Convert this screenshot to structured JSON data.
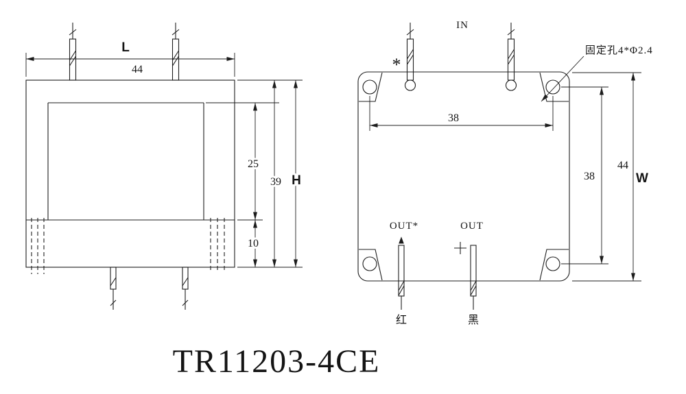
{
  "colors": {
    "ink": "#1c1c1c",
    "background": "#ffffff"
  },
  "title": "TR11203-4CE",
  "front_view": {
    "width_letter": "L",
    "width_value": "44",
    "upper_section_height": "25",
    "lower_section_height": "10",
    "total_height_value": "39",
    "height_letter": "H"
  },
  "top_view": {
    "in_label": "IN",
    "polarity_star": "*",
    "fixing_hole_note": "固定孔4*Φ2.4",
    "hole_spacing_horizontal": "38",
    "hole_spacing_vertical": "38",
    "body_height_value": "44",
    "width_letter": "W",
    "out_star_label": "OUT*",
    "out_label": "OUT",
    "red_lead_label": "红",
    "black_lead_label": "黑"
  }
}
